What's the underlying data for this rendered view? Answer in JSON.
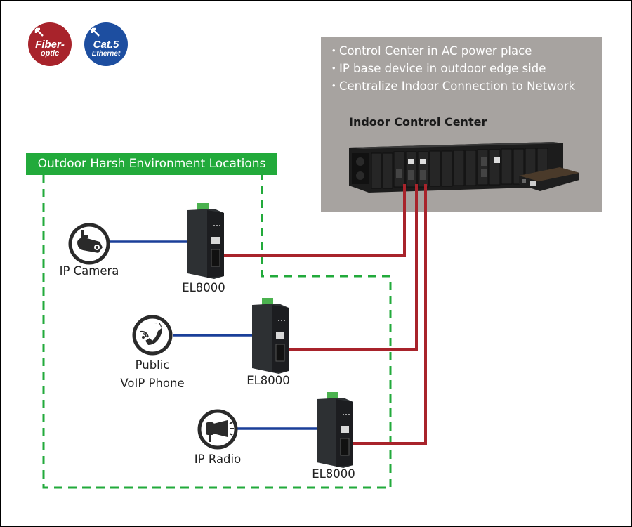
{
  "legend": {
    "fiber": {
      "main": "Fiber-",
      "sub": "optic",
      "color": "#a8232b",
      "icon": "arrow-up-left-icon"
    },
    "cat5": {
      "main": "Cat.5",
      "sub": "Ethernet",
      "color": "#1d4ea0",
      "icon": "arrow-up-left-icon"
    }
  },
  "control_center": {
    "bullets": [
      "Control Center in AC power place",
      "IP base device in outdoor edge side",
      "Centralize Indoor Connection to Network"
    ],
    "bullet_char": "・",
    "title": "Indoor Control Center",
    "panel_color": "#a7a3a0"
  },
  "outdoor": {
    "title": "Outdoor Harsh Environment Locations",
    "color": "#22aa3b"
  },
  "endpoints": [
    {
      "label_lines": [
        "IP Camera"
      ],
      "icon": "ip-camera-icon",
      "device": "EL8000"
    },
    {
      "label_lines": [
        "Public",
        "VoIP Phone"
      ],
      "icon": "phone-icon",
      "device": "EL8000"
    },
    {
      "label_lines": [
        "IP Radio"
      ],
      "icon": "loudspeaker-icon",
      "device": "EL8000"
    }
  ],
  "links": {
    "ethernet_color": "#1a3f99",
    "fiber_color": "#a8232b"
  }
}
